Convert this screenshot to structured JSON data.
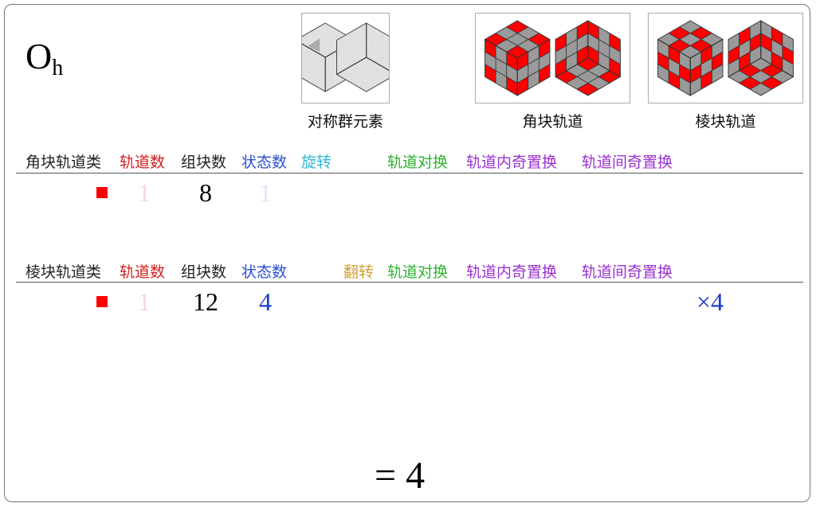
{
  "title": {
    "main": "O",
    "sub": "h"
  },
  "images": [
    {
      "caption": "对称群元素",
      "style": "plain"
    },
    {
      "caption": "角块轨道",
      "style": "corner"
    },
    {
      "caption": "棱块轨道",
      "style": "edge"
    }
  ],
  "colors": {
    "red": "#ff0000",
    "gray": "#9a9a9a",
    "light": "#e0e0e0"
  },
  "corner_table": {
    "headers": {
      "class": "角块轨道类",
      "orbits": "轨道数",
      "blocks": "组块数",
      "states": "状态数",
      "rotation": "旋转",
      "swap": "轨道对换",
      "inner_odd": "轨道内奇置换",
      "inter_odd": "轨道间奇置换"
    },
    "row": {
      "orbits": "1",
      "blocks": "8",
      "states": "1"
    }
  },
  "edge_table": {
    "headers": {
      "class": "棱块轨道类",
      "orbits": "轨道数",
      "blocks": "组块数",
      "states": "状态数",
      "flip": "翻转",
      "swap": "轨道对换",
      "inner_odd": "轨道内奇置换",
      "inter_odd": "轨道间奇置换"
    },
    "row": {
      "orbits": "1",
      "blocks": "12",
      "states": "4",
      "multiplier": "×4"
    }
  },
  "result": "= 4"
}
